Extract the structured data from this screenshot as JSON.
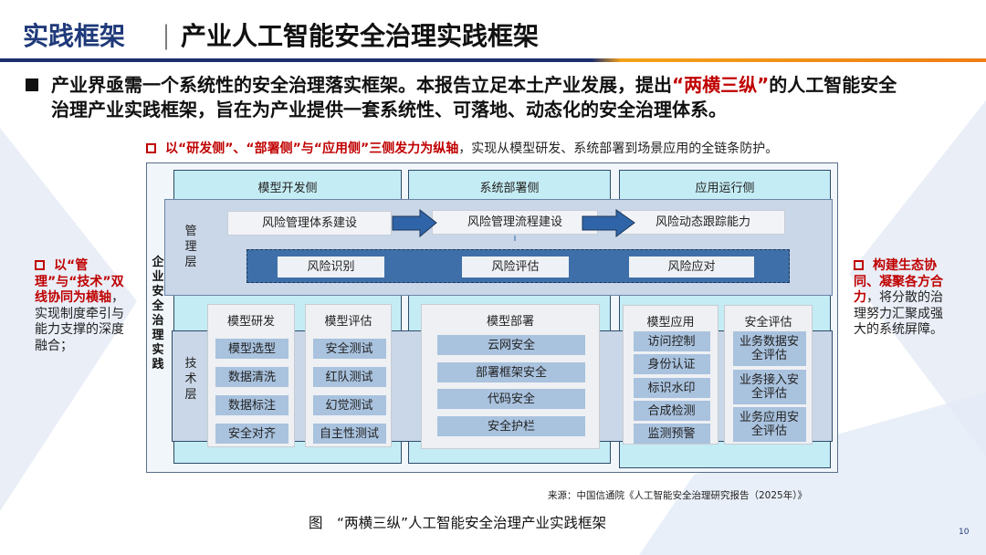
{
  "header": {
    "section": "实践框架",
    "divider": "｜",
    "title": "产业人工智能安全治理实践框架"
  },
  "lead": {
    "part1": "产业界亟需一个系统性的安全治理落实框架。本报告立足本土产业发展，提出",
    "highlight": "“两横三纵”",
    "part2": "的人工智能安全治理产业实践框架，旨在为产业提供一套系统性、可落地、动态化的安全治理体系。"
  },
  "sub": {
    "highlight": "以“研发侧”、“部署侧”与“应用侧”三侧发力为纵轴",
    "rest": "，实现从模型研发、系统部署到场景应用的全链条防护。"
  },
  "left_note": {
    "highlight": "以“管理”与“技术”双线协同为横轴",
    "rest": "，实现制度牵引与能力支撑的深度融合；"
  },
  "right_note": {
    "highlight": "构建生态协同、凝聚各方合力",
    "rest": "，将分散的治理努力汇聚成强大的系统屏障。"
  },
  "diagram": {
    "vertical_title": "企业安全治理实践",
    "columns": [
      "模型开发侧",
      "系统部署侧",
      "应用运行侧"
    ],
    "mgmt_label": "管理层",
    "tech_label": "技术层",
    "mgmt_steps": [
      "风险管理体系建设",
      "风险管理流程建设",
      "风险动态跟踪能力"
    ],
    "risk_steps": [
      "风险识别",
      "风险评估",
      "风险应对"
    ],
    "cards": [
      {
        "title": "模型研发",
        "items": [
          "模型选型",
          "数据清洗",
          "数据标注",
          "安全对齐"
        ]
      },
      {
        "title": "模型评估",
        "items": [
          "安全测试",
          "红队测试",
          "幻觉测试",
          "自主性测试"
        ]
      },
      {
        "title": "模型部署",
        "items": [
          "云网安全",
          "部署框架安全",
          "代码安全",
          "安全护栏"
        ]
      },
      {
        "title": "模型应用",
        "items": [
          "访问控制",
          "身份认证",
          "标识水印",
          "合成检测",
          "监测预警"
        ]
      },
      {
        "title": "安全评估",
        "items": [
          "业务数据安全评估",
          "业务接入安全评估",
          "业务应用安全评估"
        ]
      }
    ]
  },
  "source": "来源：中国信通院《人工智能安全治理研究报告（2025年）》",
  "caption": "图　“两横三纵”人工智能安全治理产业实践框架",
  "page_number": "10",
  "colors": {
    "brand": "#1f3a7a",
    "accent": "#c00000",
    "orange": "#ef7d14"
  }
}
